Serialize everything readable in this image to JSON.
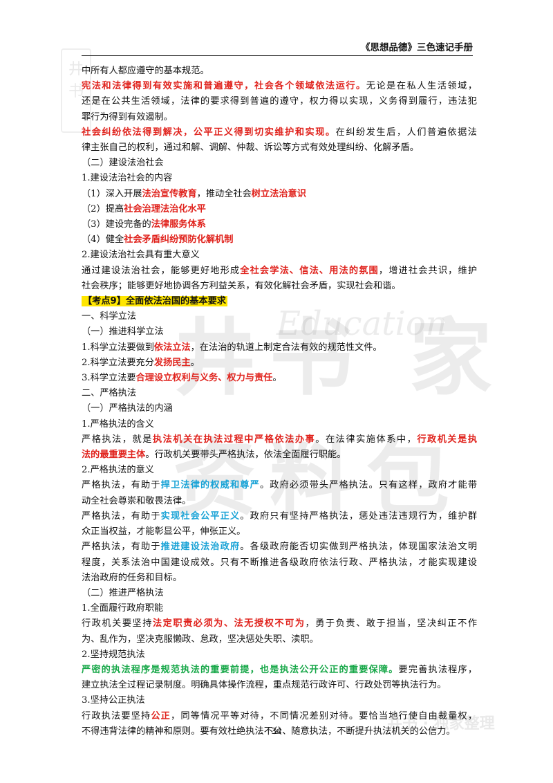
{
  "header": {
    "title": "《思想品德》三色速记手册"
  },
  "page_number": "34",
  "watermarks": {
    "big": "井书 家资料包",
    "script": "Education",
    "corner": "井书 · 独家整理",
    "logo": "井书"
  },
  "lines": [
    {
      "segs": [
        {
          "t": "中所有人都应遵守的基本规范。"
        }
      ]
    },
    {
      "j": true,
      "segs": [
        {
          "t": "宪法和法律得到有效实施和普遍遵守，社会各个领域依法运行。",
          "c": "red"
        },
        {
          "t": "无论是在私人生活领域，"
        }
      ]
    },
    {
      "j": true,
      "segs": [
        {
          "t": "还是在公共生活领域，法律的要求得到普遍的遵守，权力得以实现，义务得到履行，违法犯"
        }
      ]
    },
    {
      "segs": [
        {
          "t": "罪行为得到有效遏制。"
        }
      ]
    },
    {
      "j": true,
      "segs": [
        {
          "t": "社会纠纷依法得到解决，公平正义得到切实维护和实现。",
          "c": "red"
        },
        {
          "t": "在纠纷发生后，人们普遍依据法"
        }
      ]
    },
    {
      "segs": [
        {
          "t": "律主张自己的权利，通过和解、调解、仲裁、诉讼等方式有效处理纠纷、化解矛盾。"
        }
      ]
    },
    {
      "segs": [
        {
          "t": "（二）建设法治社会"
        }
      ]
    },
    {
      "segs": [
        {
          "t": "1.建设法治社会的内容"
        }
      ]
    },
    {
      "segs": [
        {
          "t": "（1）深入开展"
        },
        {
          "t": "法治宣传教育",
          "c": "red"
        },
        {
          "t": "，推动全社会"
        },
        {
          "t": "树立法治意识",
          "c": "red"
        }
      ]
    },
    {
      "segs": [
        {
          "t": "（2）提高"
        },
        {
          "t": "社会治理法治化水平",
          "c": "red"
        }
      ]
    },
    {
      "segs": [
        {
          "t": "（3）建设完备的"
        },
        {
          "t": "法律服务体系",
          "c": "red"
        }
      ]
    },
    {
      "segs": [
        {
          "t": "（4）健全"
        },
        {
          "t": "社会矛盾纠纷预防化解机制",
          "c": "red"
        }
      ]
    },
    {
      "segs": [
        {
          "t": "2.建设法治社会具有重大意义"
        }
      ]
    },
    {
      "j": true,
      "segs": [
        {
          "t": "通过建设法治社会，能够更好地形成"
        },
        {
          "t": "全社会学法、信法、用法的氛围",
          "c": "red"
        },
        {
          "t": "，增进社会共识，维护"
        }
      ]
    },
    {
      "segs": [
        {
          "t": "社会秩序；能够更好地协调各方利益关系，有效化解社会矛盾，实现社会和谐。"
        }
      ]
    },
    {
      "segs": [
        {
          "t": "【考点9】全面依法治国的基本要求",
          "c": "kd"
        }
      ]
    },
    {
      "segs": [
        {
          "t": "一、科学立法"
        }
      ]
    },
    {
      "segs": [
        {
          "t": "（一）推进科学立法"
        }
      ]
    },
    {
      "segs": [
        {
          "t": "1.科学立法要做到"
        },
        {
          "t": "依法立法",
          "c": "red"
        },
        {
          "t": "，在法治的轨道上制定合法有效的规范性文件。"
        }
      ]
    },
    {
      "segs": [
        {
          "t": "2.科学立法要充分"
        },
        {
          "t": "发扬民主",
          "c": "red"
        },
        {
          "t": "。"
        }
      ]
    },
    {
      "segs": [
        {
          "t": "3.科学立法要"
        },
        {
          "t": "合理设立权利与义务、权力与责任",
          "c": "red"
        },
        {
          "t": "。"
        }
      ]
    },
    {
      "segs": [
        {
          "t": "二、严格执法"
        }
      ]
    },
    {
      "segs": [
        {
          "t": "（一）严格执法的内涵"
        }
      ]
    },
    {
      "segs": [
        {
          "t": "1.严格执法的含义"
        }
      ]
    },
    {
      "j": true,
      "segs": [
        {
          "t": "严格执法，就是"
        },
        {
          "t": "执法机关在执法过程中严格依法办事",
          "c": "red"
        },
        {
          "t": "。在法律实施体系中，"
        },
        {
          "t": "行政机关是执",
          "c": "red"
        }
      ]
    },
    {
      "segs": [
        {
          "t": "法的最重要主体",
          "c": "red"
        },
        {
          "t": "。行政机关要带头严格执法，依法全面履行职能。"
        }
      ]
    },
    {
      "segs": [
        {
          "t": "2.严格执法的意义"
        }
      ]
    },
    {
      "j": true,
      "segs": [
        {
          "t": "严格执法，有助于"
        },
        {
          "t": "捍卫法律的权威和尊严",
          "c": "blue"
        },
        {
          "t": "。政府必须带头严格执法。只有这样，政府才能带"
        }
      ]
    },
    {
      "segs": [
        {
          "t": "动全社会尊崇和敬畏法律。"
        }
      ]
    },
    {
      "j": true,
      "segs": [
        {
          "t": "严格执法，有助于"
        },
        {
          "t": "实现社会公平正义",
          "c": "blue"
        },
        {
          "t": "。政府只有坚持严格执法，惩处违法违规行为，维护群"
        }
      ]
    },
    {
      "segs": [
        {
          "t": "众正当权益，才能彰显公平，伸张正义。"
        }
      ]
    },
    {
      "j": true,
      "segs": [
        {
          "t": "严格执法，有助于"
        },
        {
          "t": "推进建设法治政府",
          "c": "blue"
        },
        {
          "t": "。各级政府能否切实做到严格执法，体现国家法治文明"
        }
      ]
    },
    {
      "j": true,
      "segs": [
        {
          "t": "程度，关系法治中国建设成效。只有不断推进各级政府依法行政、严格执法，才能实现建设"
        }
      ]
    },
    {
      "segs": [
        {
          "t": "法治政府的任务和目标。"
        }
      ]
    },
    {
      "segs": [
        {
          "t": "（二）推进严格执法"
        }
      ]
    },
    {
      "segs": [
        {
          "t": "1.全面履行政府职能"
        }
      ]
    },
    {
      "j": true,
      "segs": [
        {
          "t": "行政机关要坚持"
        },
        {
          "t": "法定职责必须为、法无授权不可为",
          "c": "red"
        },
        {
          "t": "，勇于负责、敢于担当，坚决纠正不作"
        }
      ]
    },
    {
      "segs": [
        {
          "t": "为、乱作为，坚决克服懒政、怠政，坚决惩处失职、渎职。"
        }
      ]
    },
    {
      "segs": [
        {
          "t": "2.坚持规范执法"
        }
      ]
    },
    {
      "j": true,
      "segs": [
        {
          "t": "严密的执法程序是规范执法的重要前提，也是执法公开公正的重要保障。",
          "c": "green"
        },
        {
          "t": "要完善执法程序，"
        }
      ]
    },
    {
      "segs": [
        {
          "t": "建立执法全过程记录制度。明确具体操作流程，重点规范行政许可、行政处罚等执法行为。"
        }
      ]
    },
    {
      "segs": [
        {
          "t": "3.坚持公正执法"
        }
      ]
    },
    {
      "j": true,
      "segs": [
        {
          "t": "行政执法要坚持"
        },
        {
          "t": "公正",
          "c": "red"
        },
        {
          "t": "，同等情况平等对待，不同情况差别对待。要恰当地行使自由裁量权，"
        }
      ]
    },
    {
      "segs": [
        {
          "t": "不得违背法律的精神和原则。要有效杜绝执法不公、随意执法，不断提升执法机关的公信力。"
        }
      ]
    }
  ]
}
